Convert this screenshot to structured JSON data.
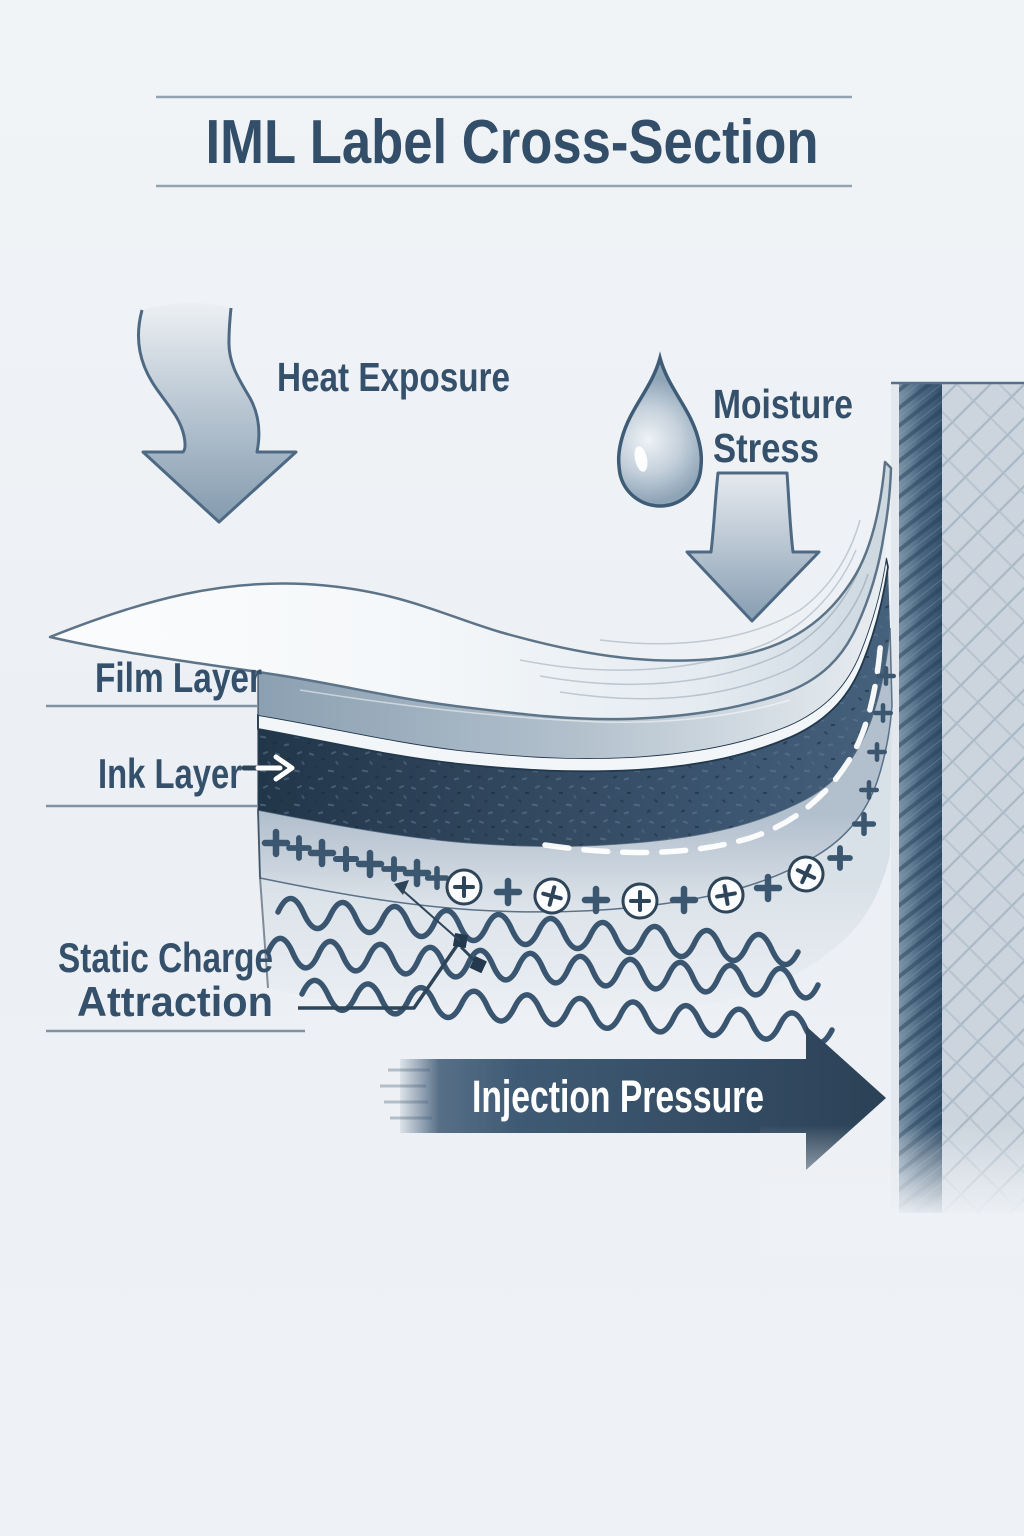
{
  "title": {
    "text": "IML Label Cross-Section"
  },
  "annotations": {
    "heat_exposure": "Heat Exposure",
    "moisture_line1": "Moisture",
    "moisture_line2": "Stress",
    "film_layer": "Film Layer",
    "ink_layer": "Ink Layer",
    "static_line1": "Static Charge",
    "static_line2": "Attraction",
    "injection_pressure": "Injection Pressure"
  },
  "icons": {
    "heat_arrow": "curved-down-arrow",
    "water_drop": "droplet",
    "moisture_arrow": "down-arrow",
    "injection_arrow": "right-arrow",
    "mold_wall": "hatched-wall",
    "ink_pointer": "right-chevron",
    "static_charge_symbols": "plus-and-circled-plus",
    "attraction_waves": "wavy-lines"
  },
  "colors": {
    "background": "#edf0f4",
    "label_text": "#35506b",
    "title_text": "#334e68",
    "film_layer": "#f4f7f9",
    "film_underside": "#9db0c0",
    "ink_layer": "#33495f",
    "static_layer": "#cdd7e0",
    "charge_symbol": "#3b566f",
    "injection_arrow": "#2f4459",
    "injection_text": "#ffffff",
    "wall_dark": "#46627c",
    "wall_light": "#ccd5dd",
    "stress_arrow_light": "#e9edf2",
    "stress_arrow_dark": "#8099ad",
    "dashed_line": "#ffffff"
  }
}
